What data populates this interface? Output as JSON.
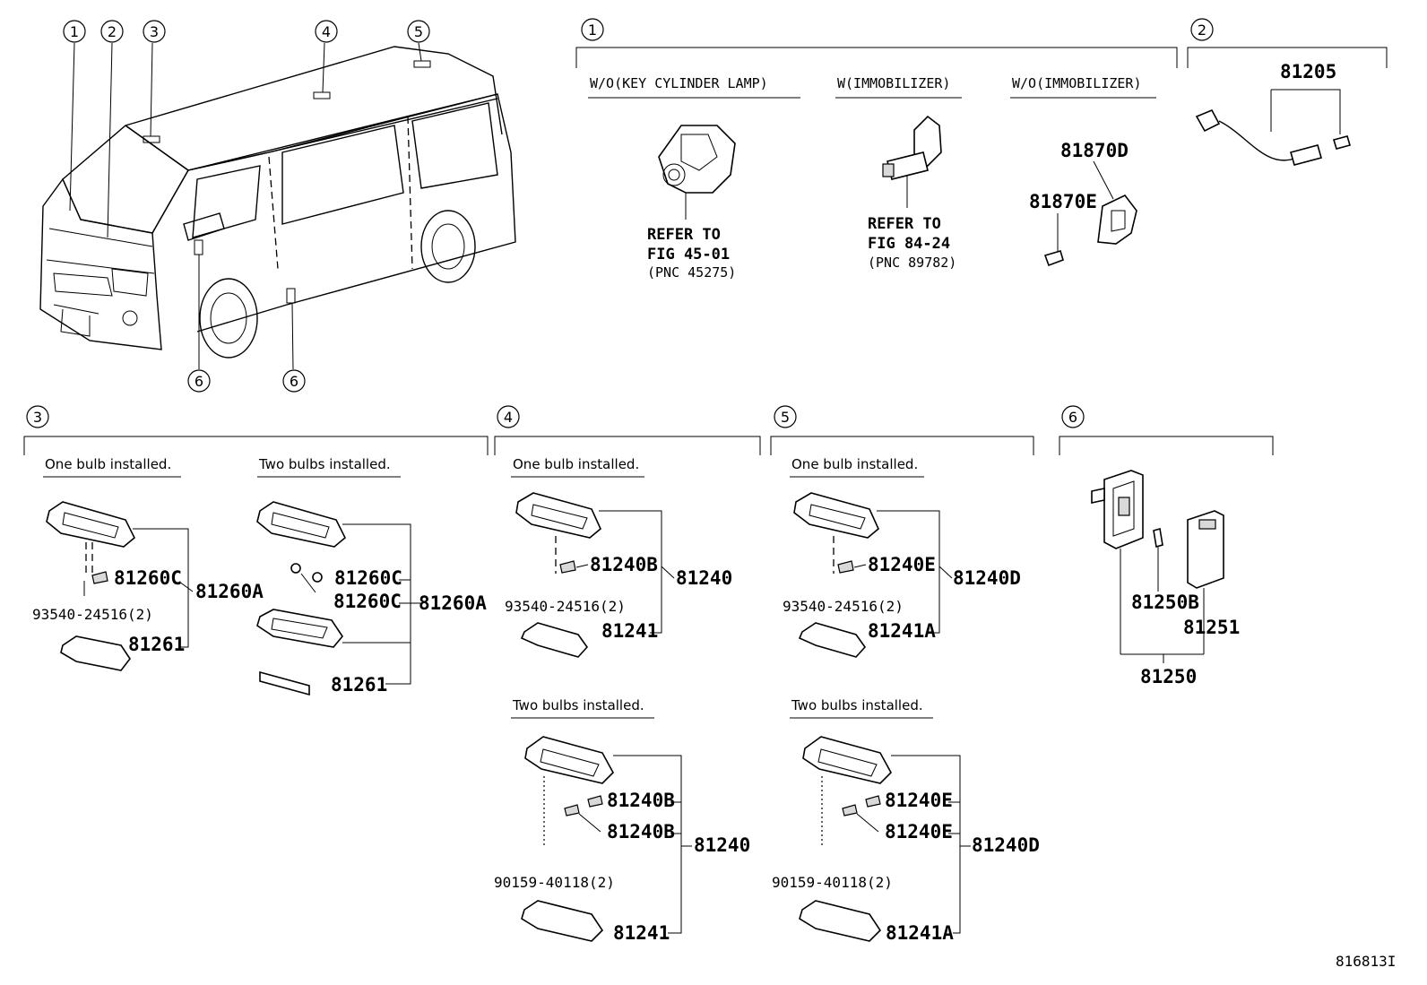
{
  "callouts": {
    "c1": "1",
    "c2": "2",
    "c3": "3",
    "c4": "4",
    "c5": "5",
    "c6": "6"
  },
  "section1": {
    "col_a_title": "W/O(KEY CYLINDER LAMP)",
    "col_a_ref1": "REFER TO",
    "col_a_ref2": "FIG 45-01",
    "col_a_ref3": "(PNC 45275)",
    "col_b_title": "W(IMMOBILIZER)",
    "col_b_ref1": "REFER TO",
    "col_b_ref2": "FIG 84-24",
    "col_b_ref3": "(PNC 89782)",
    "col_c_title": "W/O(IMMOBILIZER)",
    "part_d": "81870D",
    "part_e": "81870E"
  },
  "section2": {
    "part": "81205"
  },
  "section3": {
    "one_bulb": "One bulb installed.",
    "two_bulbs": "Two bulbs installed.",
    "a_bulb": "81260C",
    "a_assy": "81260A",
    "a_screw": "93540-24516(2)",
    "a_lens": "81261",
    "b_bulb1": "81260C",
    "b_bulb2": "81260C",
    "b_assy": "81260A",
    "b_lens": "81261"
  },
  "section4": {
    "one_bulb": "One bulb installed.",
    "two_bulbs": "Two bulbs installed.",
    "a_bulb": "81240B",
    "a_assy": "81240",
    "a_screw": "93540-24516(2)",
    "a_lens": "81241",
    "b_bulb1": "81240B",
    "b_bulb2": "81240B",
    "b_assy": "81240",
    "b_screw": "90159-40118(2)",
    "b_lens": "81241"
  },
  "section5": {
    "one_bulb": "One bulb installed.",
    "two_bulbs": "Two bulbs installed.",
    "a_bulb": "81240E",
    "a_assy": "81240D",
    "a_screw": "93540-24516(2)",
    "a_lens": "81241A",
    "b_bulb1": "81240E",
    "b_bulb2": "81240E",
    "b_assy": "81240D",
    "b_screw": "90159-40118(2)",
    "b_lens": "81241A"
  },
  "section6": {
    "bulb": "81250B",
    "cover": "81251",
    "assy": "81250"
  },
  "figure_id": "816813I"
}
